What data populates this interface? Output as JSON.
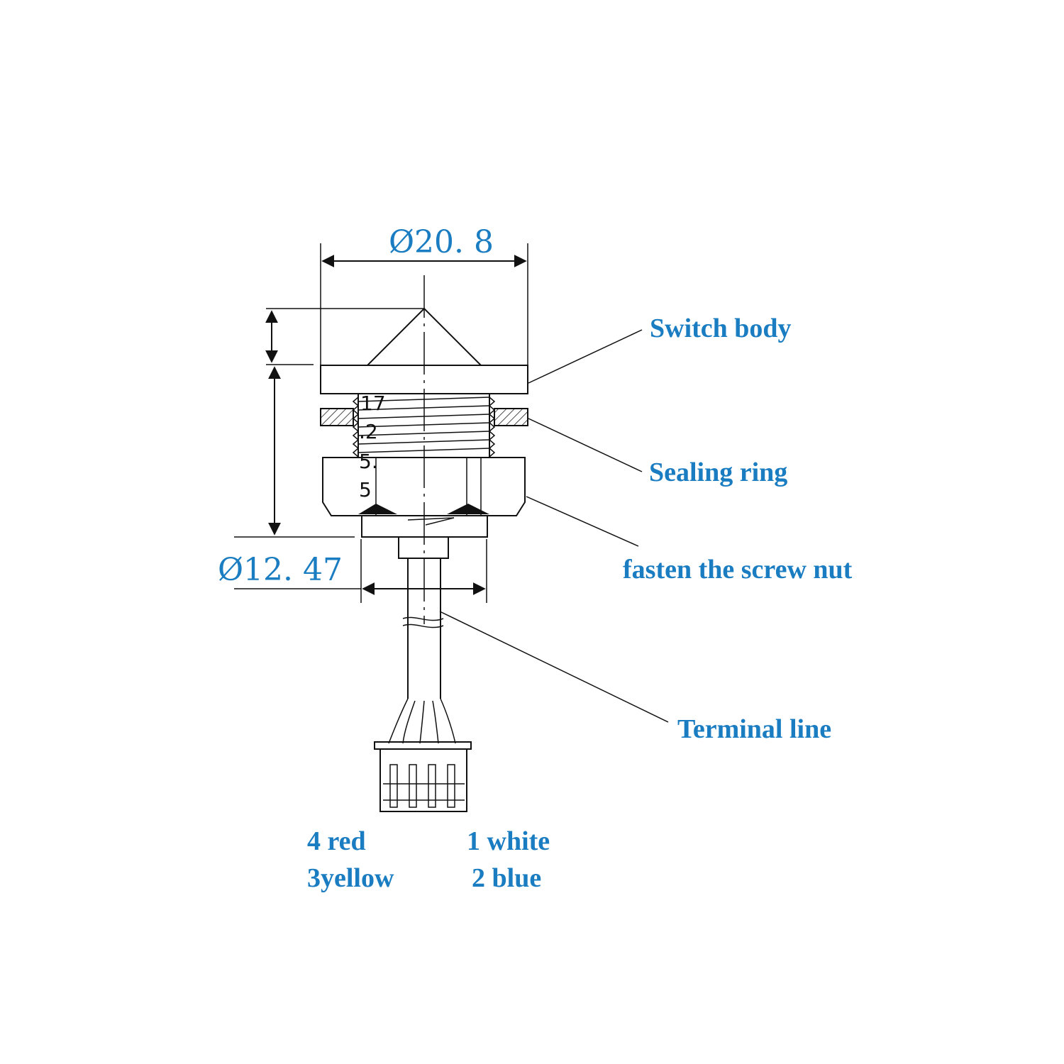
{
  "colors": {
    "label": "#1a7cc1",
    "line": "#111111"
  },
  "dimensions": {
    "top_diameter": "Ø20. 8",
    "bottom_diameter": "Ø12. 47",
    "vertical_a": "17",
    "vertical_b": ".2",
    "vertical_c": "5.",
    "vertical_d": "5"
  },
  "labels": {
    "switch_body": "Switch body",
    "sealing_ring": "Sealing ring",
    "screw_nut": "fasten the screw nut",
    "terminal_line": "Terminal line"
  },
  "wiring": {
    "left_top": "4 red",
    "left_bottom": "3yellow",
    "right_top": "1 white",
    "right_bottom": "2 blue"
  }
}
